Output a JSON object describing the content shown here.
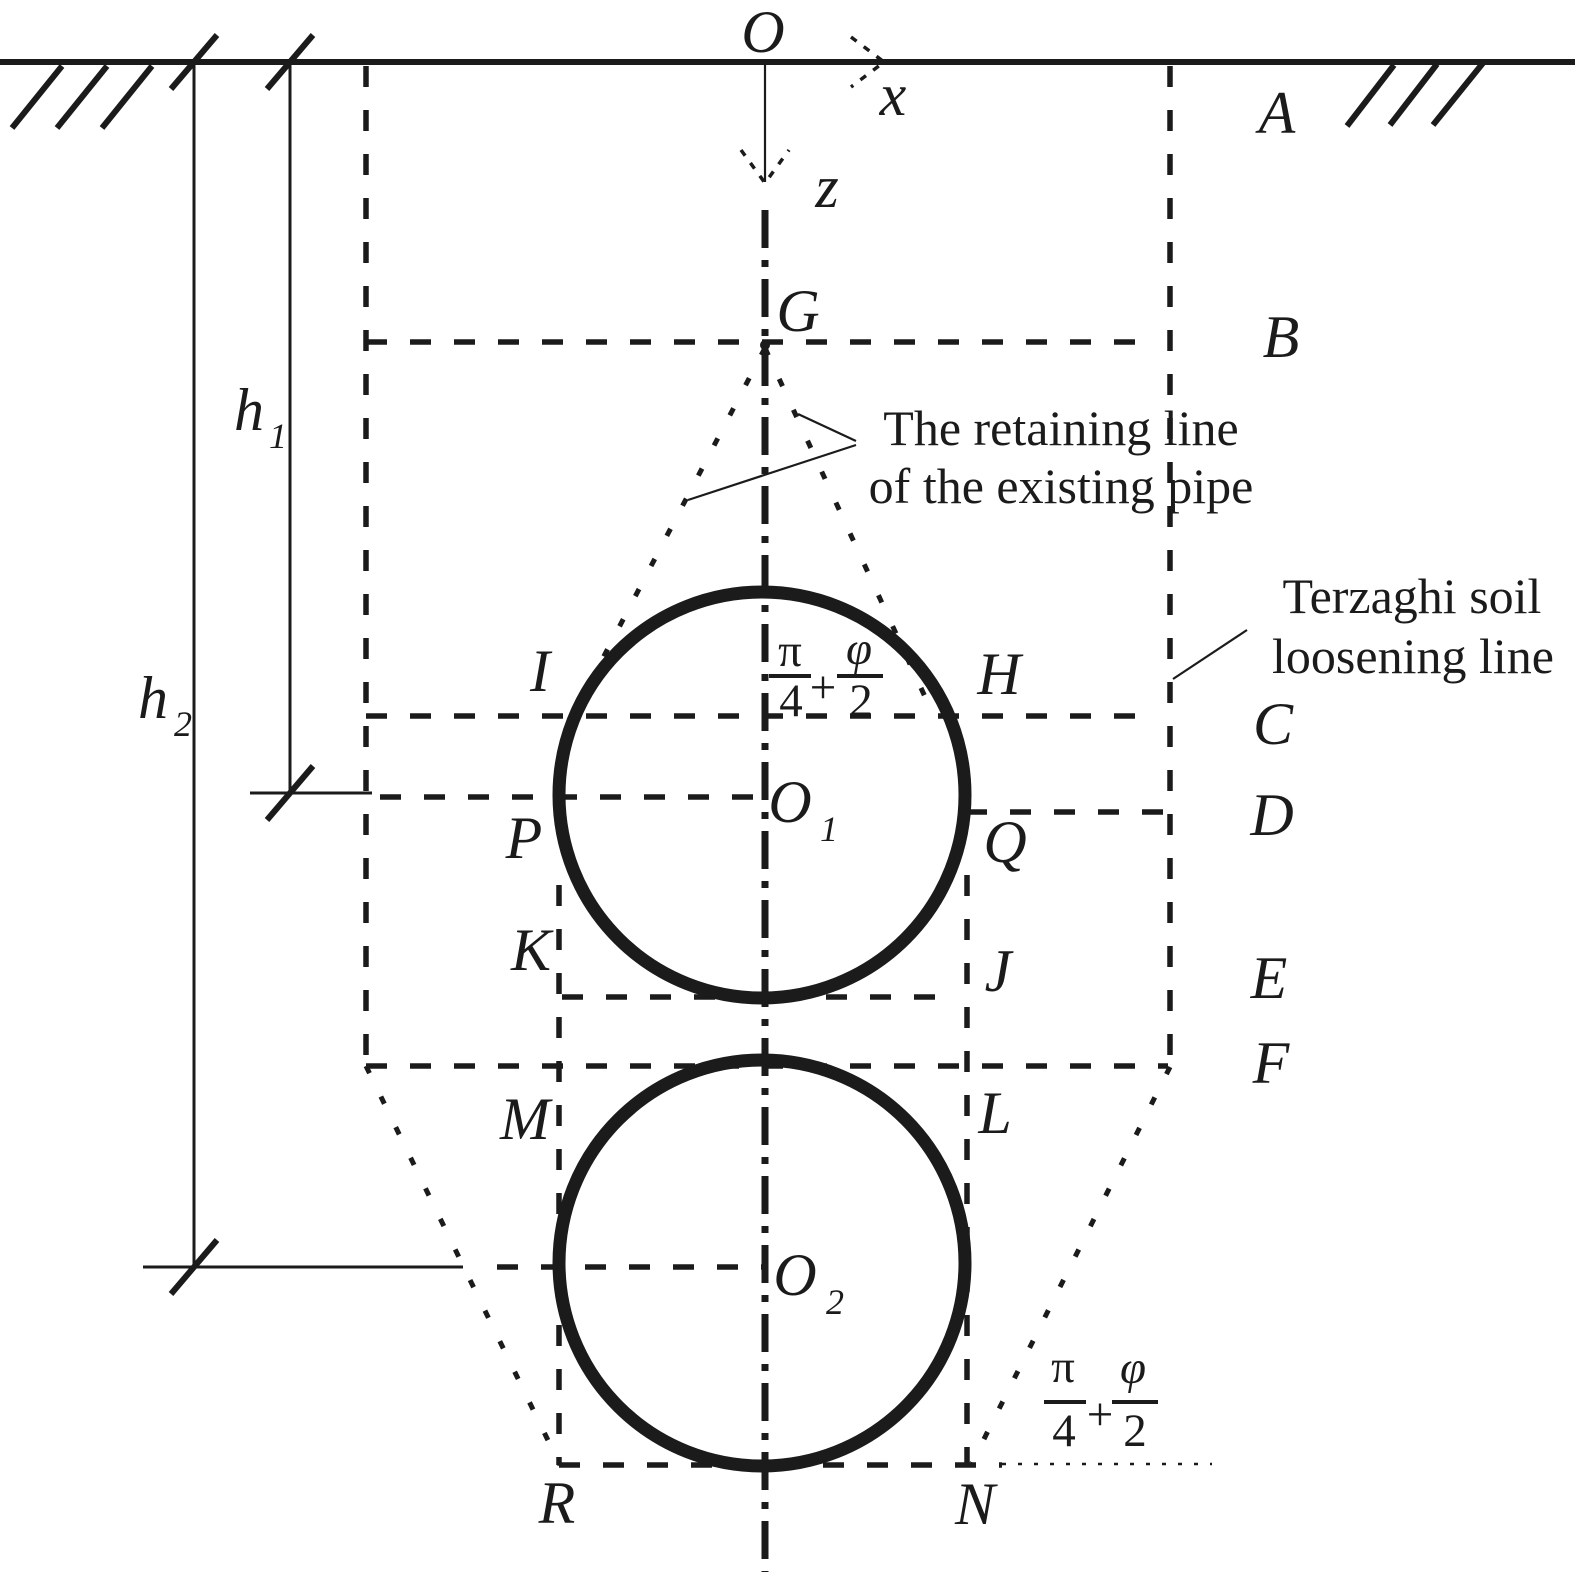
{
  "colors": {
    "ink": "#1b1b1b",
    "background": "#ffffff"
  },
  "axes": {
    "origin": "O",
    "x": "x",
    "z": "z"
  },
  "dims": {
    "h1_base": "h",
    "h1_sub": "1",
    "h2_base": "h",
    "h2_sub": "2"
  },
  "points": {
    "A": "A",
    "B": "B",
    "C": "C",
    "D": "D",
    "E": "E",
    "F": "F",
    "G": "G",
    "H": "H",
    "I": "I",
    "J": "J",
    "K": "K",
    "L": "L",
    "M": "M",
    "N": "N",
    "P": "P",
    "Q": "Q",
    "R": "R"
  },
  "centers": {
    "o1_base": "O",
    "o1_sub": "1",
    "o2_base": "O",
    "o2_sub": "2"
  },
  "angle": {
    "pi": "π",
    "four": "4",
    "plus": "+",
    "phi": "φ",
    "two": "2"
  },
  "annotations": {
    "retaining_1": "The retaining line",
    "retaining_2": "of the existing pipe",
    "terzaghi_1": "Terzaghi soil",
    "terzaghi_2": "loosening line"
  }
}
